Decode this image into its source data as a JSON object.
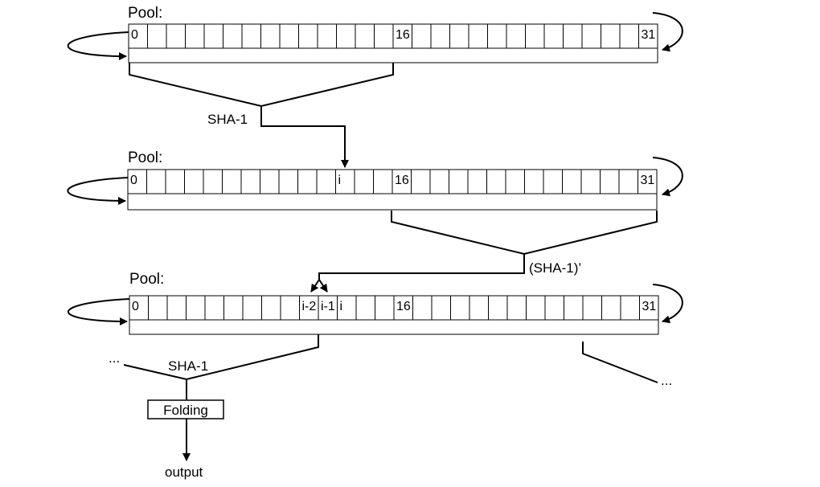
{
  "pools": [
    {
      "title": "Pool:",
      "cells": [
        {
          "index": 0,
          "label": "0"
        },
        {
          "index": 14,
          "label": "16"
        },
        {
          "index": 27,
          "label": "31"
        }
      ]
    },
    {
      "title": "Pool:",
      "cells": [
        {
          "index": 0,
          "label": "0"
        },
        {
          "index": 11,
          "label": "i"
        },
        {
          "index": 14,
          "label": "16"
        },
        {
          "index": 27,
          "label": "31"
        }
      ]
    },
    {
      "title": "Pool:",
      "cells": [
        {
          "index": 0,
          "label": "0"
        },
        {
          "index": 9,
          "label": "i-2"
        },
        {
          "index": 10,
          "label": "i-1"
        },
        {
          "index": 11,
          "label": "i"
        },
        {
          "index": 14,
          "label": "16"
        },
        {
          "index": 27,
          "label": "31"
        }
      ]
    }
  ],
  "labels": {
    "sha1_top": "SHA-1",
    "sha1_prime": "(SHA-1)’",
    "sha1_bottom": "SHA-1",
    "folding": "Folding",
    "output": "output",
    "ellipsis_left": "...",
    "ellipsis_right": "..."
  }
}
